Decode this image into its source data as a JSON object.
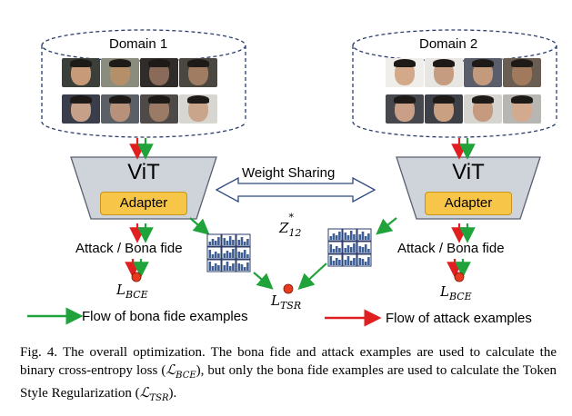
{
  "domains": [
    {
      "title": "Domain 1"
    },
    {
      "title": "Domain 2"
    }
  ],
  "vit": {
    "title": "ViT",
    "adapter": "Adapter"
  },
  "weight_sharing": "Weight Sharing",
  "attack_bona_fide": "Attack / Bona fide",
  "loss_bce": {
    "base": "L",
    "sub": "BCE"
  },
  "loss_tsr": {
    "base": "L",
    "sub": "TSR"
  },
  "z_label": {
    "base": "Z",
    "sup": "*",
    "sub": "12"
  },
  "legend": {
    "bona_fide": "Flow of bona fide examples",
    "attack": "Flow of attack examples"
  },
  "colors": {
    "bona_fide_arrow": "#1fa33a",
    "attack_arrow": "#e02020",
    "vit_fill": "#cfd3da",
    "adapter_fill": "#f7c548",
    "token_fill": "#3d5f96"
  },
  "caption": {
    "p1": "Fig. 4.  The overall optimization. The bona fide and attack examples are used to calculate the binary cross-entropy loss (",
    "m1": "ℒ",
    "m1sub": "BCE",
    "p2": "), but only the bona fide examples are used to calculate the Token Style Regularization (",
    "m2": "ℒ",
    "m2sub": "TSR",
    "p3": ")."
  }
}
